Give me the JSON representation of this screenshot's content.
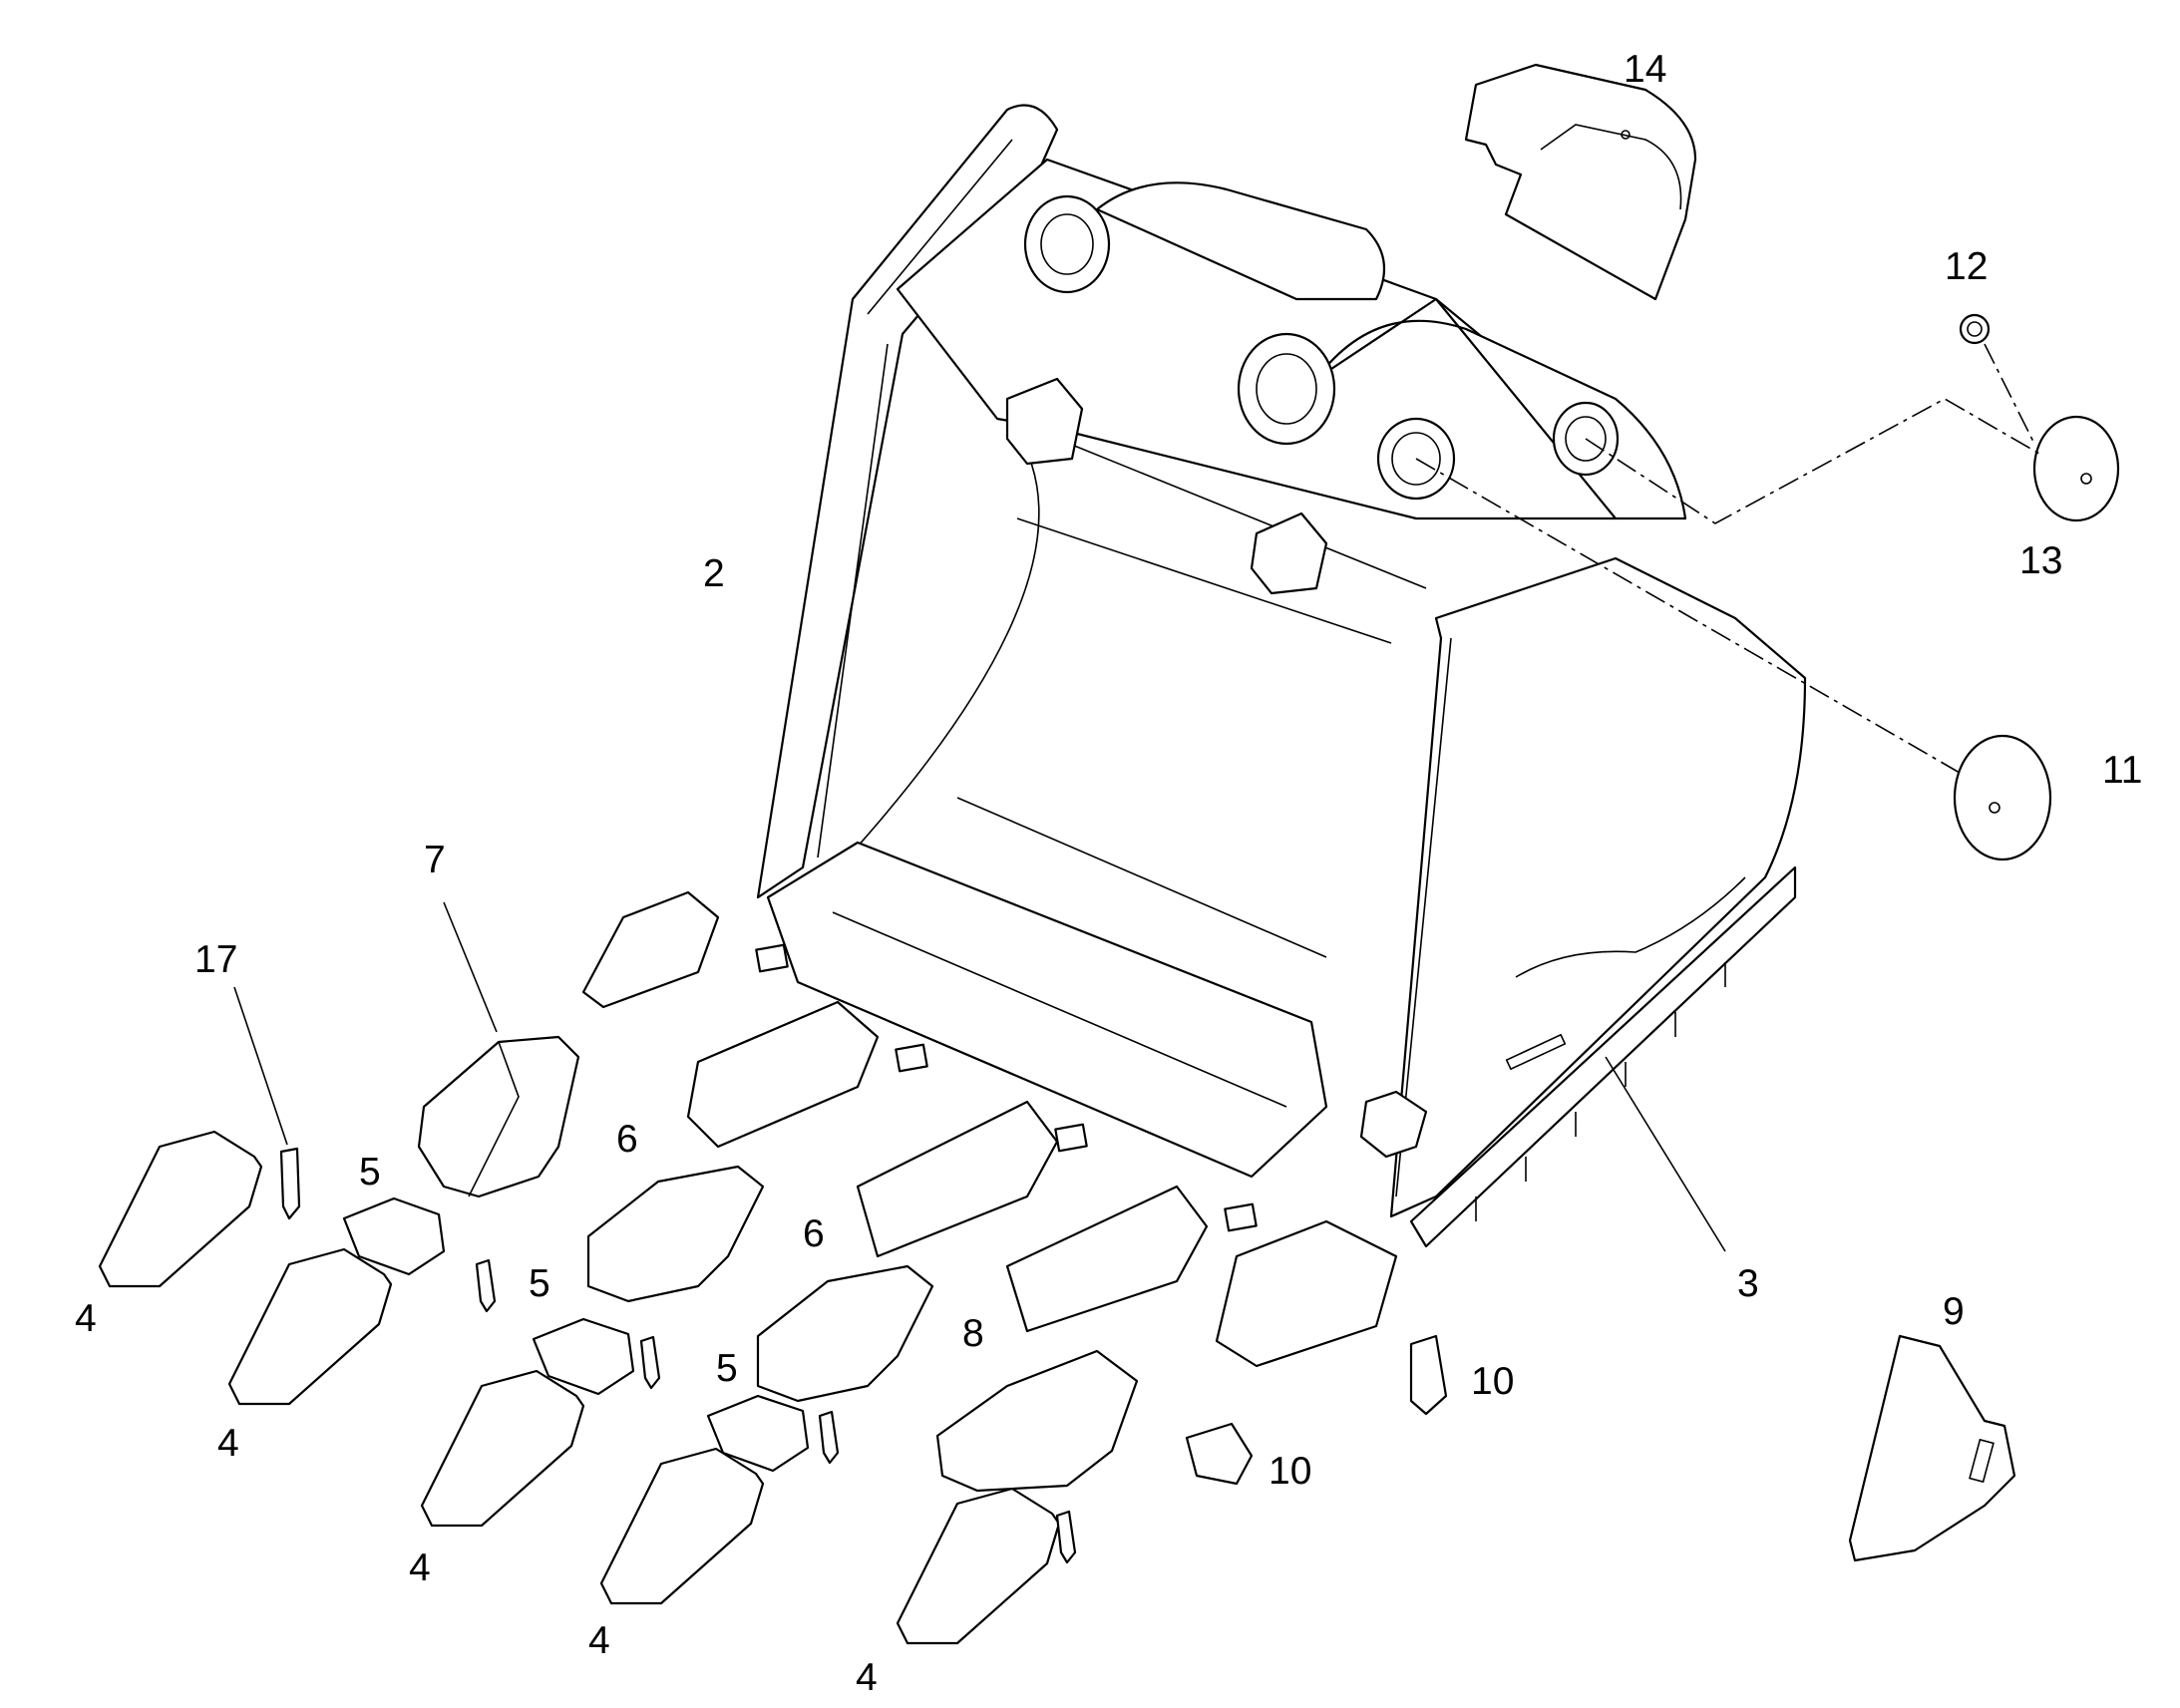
{
  "diagram": {
    "labels": [
      {
        "id": "lbl-14",
        "text": "14"
      },
      {
        "id": "lbl-12",
        "text": "12"
      },
      {
        "id": "lbl-13",
        "text": "13"
      },
      {
        "id": "lbl-2",
        "text": "2"
      },
      {
        "id": "lbl-11",
        "text": "11"
      },
      {
        "id": "lbl-7",
        "text": "7"
      },
      {
        "id": "lbl-17",
        "text": "17"
      },
      {
        "id": "lbl-5a",
        "text": "5"
      },
      {
        "id": "lbl-6a",
        "text": "6"
      },
      {
        "id": "lbl-6b",
        "text": "6"
      },
      {
        "id": "lbl-3",
        "text": "3"
      },
      {
        "id": "lbl-9",
        "text": "9"
      },
      {
        "id": "lbl-4a",
        "text": "4"
      },
      {
        "id": "lbl-5b",
        "text": "5"
      },
      {
        "id": "lbl-5c",
        "text": "5"
      },
      {
        "id": "lbl-8",
        "text": "8"
      },
      {
        "id": "lbl-10a",
        "text": "10"
      },
      {
        "id": "lbl-4b",
        "text": "4"
      },
      {
        "id": "lbl-10b",
        "text": "10"
      },
      {
        "id": "lbl-4c",
        "text": "4"
      },
      {
        "id": "lbl-4d",
        "text": "4"
      },
      {
        "id": "lbl-4e",
        "text": "4"
      }
    ]
  }
}
